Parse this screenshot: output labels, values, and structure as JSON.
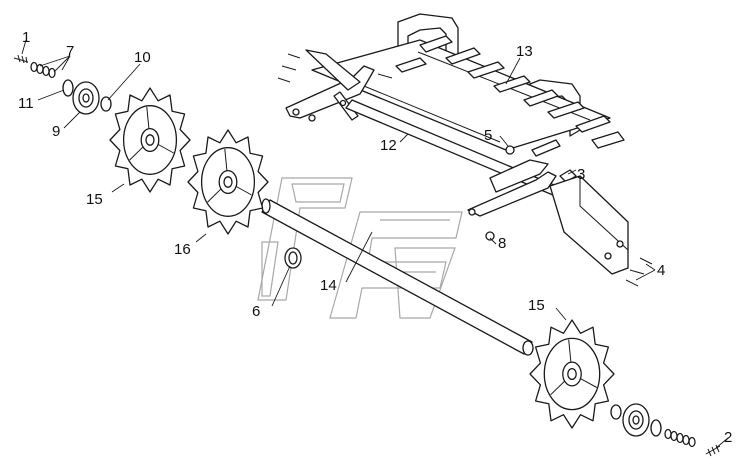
{
  "callouts": [
    {
      "id": "c1",
      "text": "1"
    },
    {
      "id": "c2",
      "text": "2"
    },
    {
      "id": "c3",
      "text": "3"
    },
    {
      "id": "c4",
      "text": "4"
    },
    {
      "id": "c5",
      "text": "5"
    },
    {
      "id": "c6",
      "text": "6"
    },
    {
      "id": "c7",
      "text": "7"
    },
    {
      "id": "c8",
      "text": "8"
    },
    {
      "id": "c9",
      "text": "9"
    },
    {
      "id": "c10",
      "text": "10"
    },
    {
      "id": "c11",
      "text": "11"
    },
    {
      "id": "c12",
      "text": "12"
    },
    {
      "id": "c13",
      "text": "13"
    },
    {
      "id": "c14",
      "text": "14"
    },
    {
      "id": "c15a",
      "text": "15"
    },
    {
      "id": "c15b",
      "text": "15"
    },
    {
      "id": "c16",
      "text": "16"
    }
  ],
  "colors": {
    "line": "#1a1a1a",
    "watermark": "#a8a8a8",
    "background": "#ffffff"
  }
}
